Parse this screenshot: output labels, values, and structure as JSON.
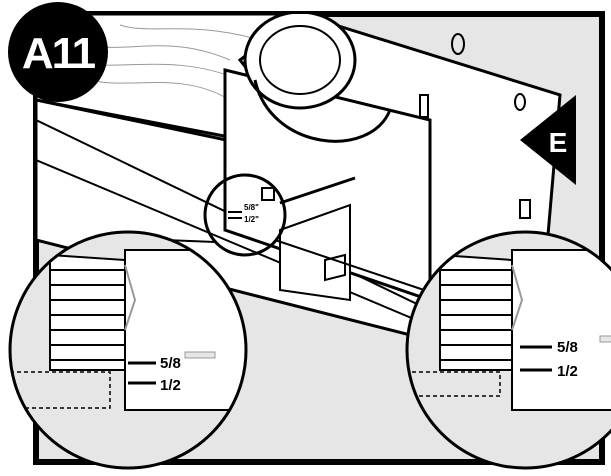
{
  "step_badge": "A11",
  "side_marker": "E",
  "measure_small": {
    "top": "5/8\"",
    "bottom": "1/2\""
  },
  "measure_left": {
    "top": "5/8",
    "bottom": "1/2"
  },
  "measure_right": {
    "top": "5/8",
    "bottom": "1/2"
  },
  "colors": {
    "ink": "#000000",
    "panel": "#e6e6e6",
    "paper": "#ffffff"
  }
}
